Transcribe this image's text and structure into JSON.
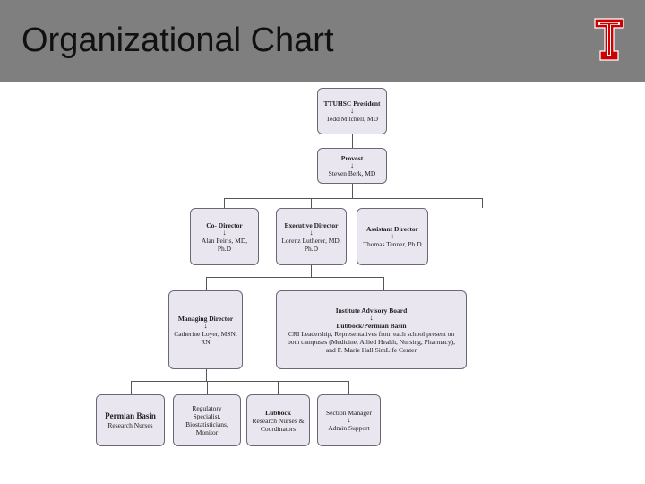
{
  "header": {
    "title": "Organizational Chart",
    "logo": "double-t-logo"
  },
  "colors": {
    "header_bg": "#7f7f7f",
    "box_fill": "#e9e6ef",
    "box_border": "#6b6678",
    "logo_red": "#cc0000"
  },
  "org_chart": {
    "president": {
      "title": "TTUHSC President",
      "arrow": "↓",
      "name": "Tedd Mitchell, MD"
    },
    "provost": {
      "title": "Provost",
      "arrow": "↓",
      "name": "Steven Berk, MD"
    },
    "co_director": {
      "title": "Co- Director",
      "arrow": "↓",
      "name": "Alan Peiris, MD, Ph.D"
    },
    "executive_director": {
      "title": "Executive Director",
      "arrow": "↓",
      "name": "Lorenz Lutherer, MD, Ph.D"
    },
    "assistant_director": {
      "title": "Assistant Director",
      "arrow": "↓",
      "name": "Thomas Tenner, Ph.D"
    },
    "managing_director": {
      "title": "Managing Director",
      "arrow": "↓",
      "name": "Catherine Loyer, MSN, RN"
    },
    "advisory_board": {
      "title": "Institute Advisory Board",
      "arrow": "↓",
      "subtitle": "Lubbock/Permian Basin",
      "desc": "CRI Leadership, Representatives from each school present on both campuses (Medicine, Allied Health, Nursing, Pharmacy), and F. Marie Hall SimLife Center"
    },
    "permian_basin": {
      "title": "Permian Basin",
      "desc": "Research Nurses"
    },
    "regulatory": {
      "desc": "Regulatory Specialist, Biostatisticians, Monitor"
    },
    "lubbock": {
      "title": "Lubbock",
      "desc": "Research Nurses & Coordinators"
    },
    "section_manager": {
      "name": "Section Manager",
      "arrow": "↓",
      "desc": "Admin Support"
    }
  }
}
